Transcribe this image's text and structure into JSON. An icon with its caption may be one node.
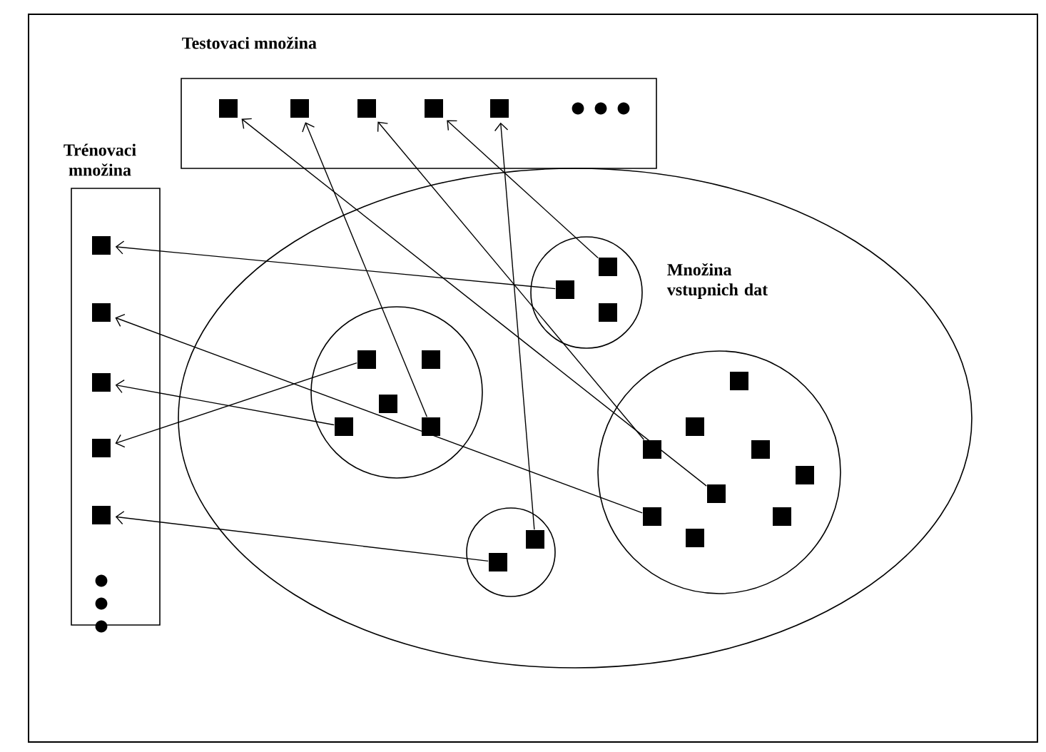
{
  "diagram": {
    "nodes": [
      {
        "text": [
          "Testovaci množina"
        ]
      },
      {
        "text": [],
        "shape": "box",
        "in": 0
      },
      {
        "text": [],
        "shape": "box",
        "in": 0
      },
      {
        "text": [],
        "shape": "box",
        "in": 0
      },
      {
        "text": [],
        "shape": "box",
        "in": 0
      },
      {
        "text": [],
        "shape": "box",
        "in": 0
      },
      {
        "text": [
          "Trénovaci množina"
        ]
      },
      {
        "text": [],
        "shape": "box",
        "in": 6
      },
      {
        "text": [],
        "shape": "box",
        "in": 6
      },
      {
        "text": [],
        "shape": "box",
        "in": 6
      },
      {
        "text": [],
        "shape": "box",
        "in": 6
      },
      {
        "text": [],
        "shape": "box",
        "in": 6
      },
      {
        "text": [
          "Množina vstupnich dat"
        ]
      },
      {
        "text": [],
        "shape": "circle",
        "in": 12
      },
      {
        "text": [],
        "shape": "box",
        "in": 13
      },
      {
        "text": [],
        "shape": "box",
        "in": 13
      },
      {
        "text": [],
        "shape": "box",
        "in": 13
      },
      {
        "text": [],
        "shape": "circle",
        "in": 12
      },
      {
        "text": [],
        "shape": "box",
        "in": 17
      },
      {
        "text": [],
        "shape": "box",
        "in": 17
      },
      {
        "text": [],
        "shape": "box",
        "in": 17
      },
      {
        "text": [],
        "shape": "box",
        "in": 17
      },
      {
        "text": [],
        "shape": "box",
        "in": 17
      },
      {
        "text": [],
        "shape": "circle",
        "in": 12
      },
      {
        "text": [],
        "shape": "box",
        "in": 23
      },
      {
        "text": [],
        "shape": "box",
        "in": 23
      },
      {
        "text": [],
        "shape": "circle",
        "in": 12
      },
      {
        "text": [],
        "shape": "box",
        "in": 26
      },
      {
        "text": [],
        "shape": "box",
        "in": 26
      },
      {
        "text": [],
        "shape": "box",
        "in": 26
      },
      {
        "text": [],
        "shape": "box",
        "in": 26
      },
      {
        "text": [],
        "shape": "box",
        "in": 26
      },
      {
        "text": [],
        "shape": "box",
        "in": 26
      },
      {
        "text": [],
        "shape": "box",
        "in": 26
      },
      {
        "text": [],
        "shape": "box",
        "in": 26
      },
      {
        "text": [],
        "shape": "box",
        "in": 26
      }
    ],
    "edges": [
      {
        "from": 32,
        "to": 1,
        "arrow": "to"
      },
      {
        "from": 22,
        "to": 2,
        "arrow": "to"
      },
      {
        "from": 29,
        "to": 3,
        "arrow": "to"
      },
      {
        "from": 14,
        "to": 4,
        "arrow": "to"
      },
      {
        "from": 24,
        "to": 5,
        "arrow": "to"
      },
      {
        "from": 15,
        "to": 7,
        "arrow": "to"
      },
      {
        "from": 33,
        "to": 8,
        "arrow": "to"
      },
      {
        "from": 21,
        "to": 9,
        "arrow": "to"
      },
      {
        "from": 18,
        "to": 10,
        "arrow": "to"
      },
      {
        "from": 25,
        "to": 11,
        "arrow": "to"
      }
    ]
  }
}
